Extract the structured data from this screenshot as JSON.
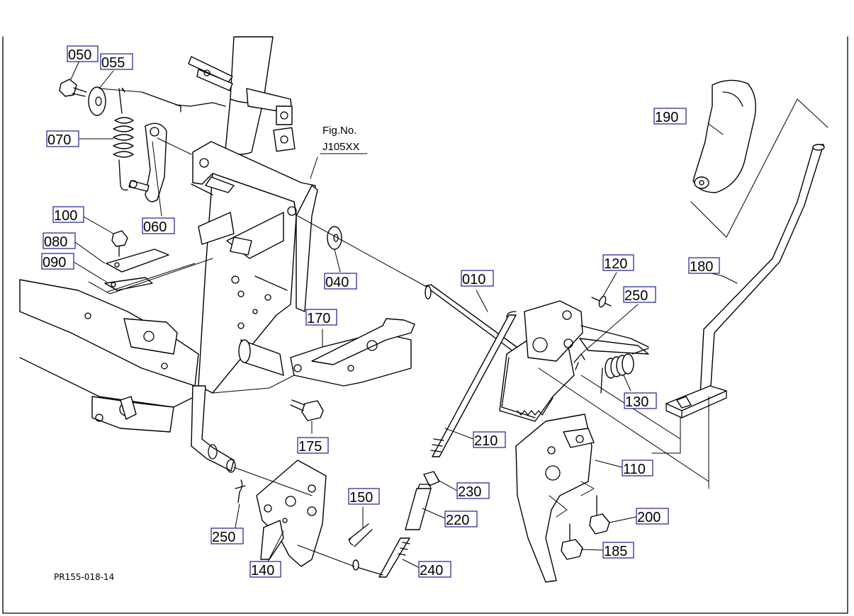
{
  "figure": {
    "line1": "Fig.No.",
    "line2": "J105XX"
  },
  "drawing_code": "PR155-018-14",
  "callouts": {
    "c010": "010",
    "c040": "040",
    "c050": "050",
    "c055": "055",
    "c060": "060",
    "c070": "070",
    "c080": "080",
    "c090": "090",
    "c100": "100",
    "c110": "110",
    "c120": "120",
    "c130": "130",
    "c140": "140",
    "c150": "150",
    "c170": "170",
    "c175": "175",
    "c180": "180",
    "c185": "185",
    "c190": "190",
    "c200": "200",
    "c210": "210",
    "c220": "220",
    "c230": "230",
    "c240": "240",
    "c250a": "250",
    "c250b": "250"
  }
}
